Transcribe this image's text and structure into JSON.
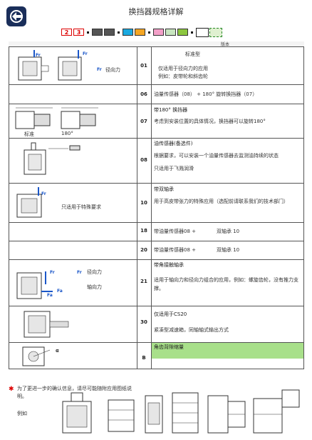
{
  "page": {
    "title": "换挡器规格详解"
  },
  "selector": {
    "codes": [
      "2",
      "3"
    ],
    "colors": [
      "#555555",
      "#555555",
      "#1aa9e0",
      "#f5a623",
      "#f3a0c8",
      "#c8e6c0",
      "#8cc63f"
    ]
  },
  "header_label": "版本",
  "rows": [
    {
      "num": "01",
      "title": "标准型",
      "desc": [
        "仅适用于径向力的应用",
        "例如：皮带轮和斜齿轮"
      ],
      "side": "径向力",
      "arrow_labels": [
        "Fr",
        "Fr",
        "Fr"
      ]
    },
    {
      "num": "06",
      "desc": [
        "油量传感器（08） + 180° 旋转换挡器（07）"
      ]
    },
    {
      "num": "07",
      "title": "带180° 换挡器",
      "desc": [
        "考虑到安装位置的具体情况，换挡器可以旋转180°"
      ],
      "captions": [
        "标准",
        "180°"
      ]
    },
    {
      "num": "08",
      "title": "油传感器(备选件)",
      "desc": [
        "根据要求，可以安装一个油量传感器去监测油持续的状态",
        "只适用于飞溅润滑"
      ]
    },
    {
      "num": "10",
      "title": "带双轴承",
      "desc": [
        "用于高皮带张力的特殊应用（选配前请联系我们的技术部门）"
      ],
      "side": "只适用于特殊要求",
      "arrow_labels": [
        "Fr"
      ]
    },
    {
      "num": "18",
      "desc": [
        "带油量传感器08 +",
        "双轴承 10"
      ]
    },
    {
      "num": "20",
      "desc": [
        "带油量传感器08 +",
        "双轴承 10"
      ]
    },
    {
      "num": "21",
      "title": "带角接触轴承",
      "desc": [
        "适用于轴向力和径向力组合的应用，例如：螺旋齿轮，没有推力支撑。"
      ],
      "side": [
        "径向力",
        "轴向力"
      ],
      "arrow_labels": [
        "Fr",
        "Fr",
        "Fa",
        "Fa"
      ]
    },
    {
      "num": "30",
      "title": "仅适用于CS20",
      "desc": [
        "紧凑型减速箱，同轴轴式输出方式"
      ]
    },
    {
      "num": "B",
      "title": "角齿背隙缩量",
      "symbol": "α"
    }
  ],
  "footnote": "为了更进一步的确认信息，请尽可能随附应用图纸说明。",
  "example_label": "例如"
}
